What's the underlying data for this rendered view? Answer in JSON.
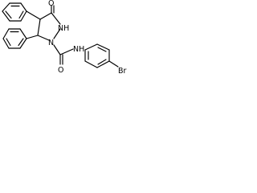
{
  "molecule": {
    "atoms": {
      "carbonyl_oxygen": "O",
      "ring_nh": "NH",
      "ring_n": "N",
      "amide_oxygen": "O",
      "amide_nh": "NH",
      "bromine": "Br"
    }
  }
}
